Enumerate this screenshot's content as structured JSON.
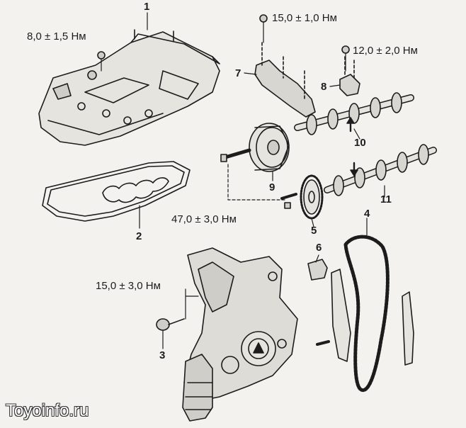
{
  "torques": {
    "valve_cover_bolts": "8,0 ± 1,5 Нм",
    "bearing_cap_bolts": "15,0 ± 1,0 Нм",
    "cam_housing_bolts": "12,0 ± 2,0 Нм",
    "sprocket_bolts": "47,0 ± 3,0 Нм",
    "tensioner_plug": "15,0 ± 3,0 Нм"
  },
  "callouts": [
    "1",
    "2",
    "3",
    "5",
    "6",
    "7",
    "8",
    "9",
    "10",
    "11",
    "4"
  ],
  "watermark": "Toyoinfo.ru"
}
